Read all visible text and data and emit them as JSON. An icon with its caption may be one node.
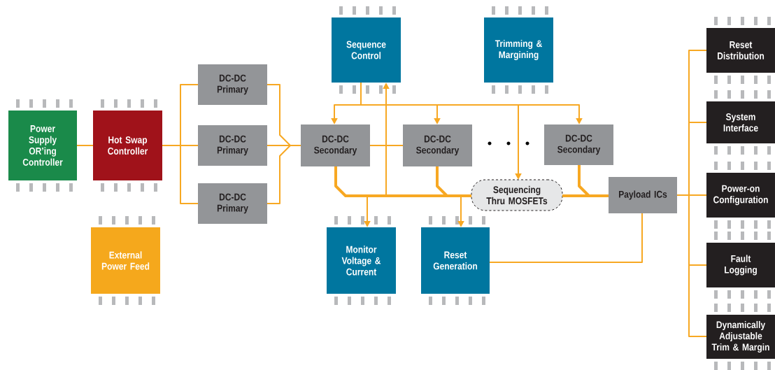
{
  "diagram": {
    "nodes": [
      {
        "text": [
          "Power Supply OR’ing Controller"
        ]
      },
      {
        "text": [
          "Hot Swap Controller"
        ]
      },
      {
        "text": [
          "DC-DC Primary"
        ]
      },
      {
        "text": [
          "DC-DC Primary"
        ]
      },
      {
        "text": [
          "DC-DC Primary"
        ]
      },
      {
        "text": [
          "External Power Feed"
        ]
      },
      {
        "text": [
          "Sequence Control"
        ]
      },
      {
        "text": [
          "Trimming & Margining"
        ]
      },
      {
        "text": [
          "DC-DC Secondary"
        ]
      },
      {
        "text": [
          "DC-DC Secondary"
        ]
      },
      {
        "text": [
          "DC-DC Secondary"
        ]
      },
      {
        "text": [
          "Sequencing Thru MOSFETs"
        ]
      },
      {
        "text": [
          "Payload ICs"
        ]
      },
      {
        "text": [
          "Monitor Voltage & Current"
        ]
      },
      {
        "text": [
          "Reset Generation"
        ]
      },
      {
        "text": [
          "Reset Distribution"
        ]
      },
      {
        "text": [
          "System Interface"
        ]
      },
      {
        "text": [
          "Power-on Configuration"
        ]
      },
      {
        "text": [
          "Fault Logging"
        ]
      },
      {
        "text": [
          "Dynamically Adjustable Trim & Margin"
        ]
      }
    ],
    "edges": [
      {
        "from": 0,
        "to": 1,
        "arrow": "none"
      },
      {
        "from": 1,
        "to": 2,
        "arrow": "none"
      },
      {
        "from": 1,
        "to": 3,
        "arrow": "none"
      },
      {
        "from": 1,
        "to": 4,
        "arrow": "none"
      },
      {
        "from": 2,
        "to": 8,
        "arrow": "none"
      },
      {
        "from": 3,
        "to": 8,
        "arrow": "none"
      },
      {
        "from": 4,
        "to": 8,
        "arrow": "none"
      },
      {
        "from": 8,
        "to": 9,
        "arrow": "none"
      },
      {
        "from": 6,
        "to": 8,
        "arrow": "to"
      },
      {
        "from": 6,
        "to": 9,
        "arrow": "to"
      },
      {
        "from": 6,
        "to": 11,
        "arrow": "to"
      },
      {
        "from": 6,
        "to": 10,
        "arrow": "to"
      },
      {
        "from": 8,
        "to": 11,
        "arrow": "none",
        "style": "thick"
      },
      {
        "from": 9,
        "to": 11,
        "arrow": "none",
        "style": "thick"
      },
      {
        "from": 11,
        "to": 12,
        "arrow": "none",
        "style": "thick"
      },
      {
        "from": 10,
        "to": 12,
        "arrow": "none",
        "style": "thick"
      },
      {
        "from": 8,
        "to": 6,
        "arrow": "to"
      },
      {
        "from": 8,
        "to": 13,
        "arrow": "to"
      },
      {
        "from": 8,
        "to": 14,
        "arrow": "to"
      },
      {
        "from": 12,
        "to": 14,
        "arrow": "none"
      },
      {
        "from": 12,
        "to": 15,
        "arrow": "none"
      },
      {
        "from": 12,
        "to": 16,
        "arrow": "none"
      },
      {
        "from": 12,
        "to": 17,
        "arrow": "none"
      },
      {
        "from": 12,
        "to": 18,
        "arrow": "none"
      },
      {
        "from": 12,
        "to": 19,
        "arrow": "none"
      }
    ]
  }
}
